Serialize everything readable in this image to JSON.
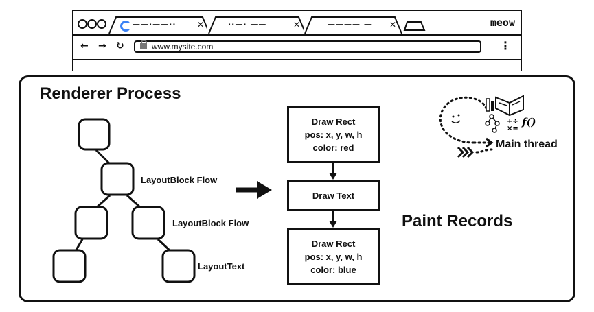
{
  "browser": {
    "profile_name": "meow",
    "url": "www.mysite.com",
    "icons": [
      "back-arrow-icon",
      "forward-arrow-icon",
      "reload-icon",
      "lock-icon",
      "menu-icon",
      "close-icon",
      "new-tab-icon"
    ]
  },
  "panel": {
    "title": "Renderer Process"
  },
  "layout_tree": {
    "labels": [
      "LayoutBlock Flow",
      "LayoutBlock Flow",
      "LayoutText"
    ]
  },
  "paint_records": {
    "title": "Paint Records",
    "records": [
      {
        "line1": "Draw Rect",
        "line2": "pos: x, y, w, h",
        "line3": "color: red"
      },
      {
        "line1": "Draw Text"
      },
      {
        "line1": "Draw Rect",
        "line2": "pos: x, y, w, h",
        "line3": "color: blue"
      }
    ]
  },
  "main_thread": {
    "label": "Main thread",
    "formula_glyph": "f()"
  }
}
